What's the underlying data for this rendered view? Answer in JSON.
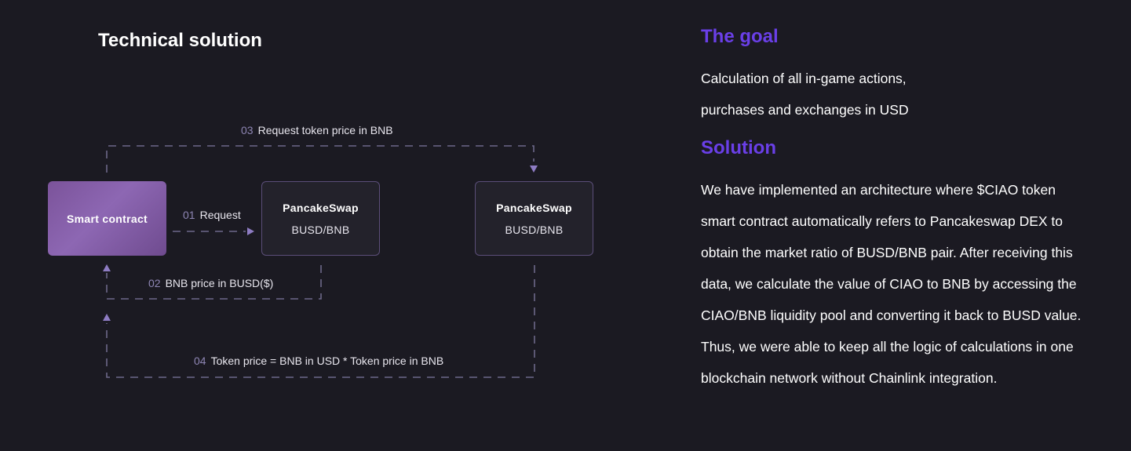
{
  "section_title": "Technical solution",
  "diagram": {
    "nodes": {
      "smart_contract": "Smart contract",
      "pancake_a": {
        "title": "PancakeSwap",
        "pair": "BUSD/BNB"
      },
      "pancake_b": {
        "title": "PancakeSwap",
        "pair": "BUSD/BNB"
      }
    },
    "flows": [
      {
        "num": "01",
        "text": "Request"
      },
      {
        "num": "02",
        "text": "BNB price in BUSD($)"
      },
      {
        "num": "03",
        "text": "Request token price in BNB"
      },
      {
        "num": "04",
        "text": "Token price = BNB in USD * Token price in BNB"
      }
    ],
    "colors": {
      "dash": "#6d6889",
      "arrow": "#8e7cc3",
      "step": "#8e86b4"
    }
  },
  "goal": {
    "heading": "The goal",
    "lines": [
      "Calculation of all in-game actions,",
      "purchases and exchanges in USD"
    ]
  },
  "solution": {
    "heading": "Solution",
    "lines": [
      "We have implemented an architecture where  $CIAO token",
      "smart contract automatically refers to Pancakeswap DEX to",
      "obtain the market ratio of  BUSD/BNB pair. After receiving this",
      "data, we calculate the value of CIAO to BNB by accessing the",
      "CIAO/BNB liquidity pool and converting it back to BUSD value.",
      "Thus, we were able to keep all the logic of calculations in one",
      "blockchain network without Chainlink integration."
    ]
  },
  "accent_color": "#6a3fe8"
}
